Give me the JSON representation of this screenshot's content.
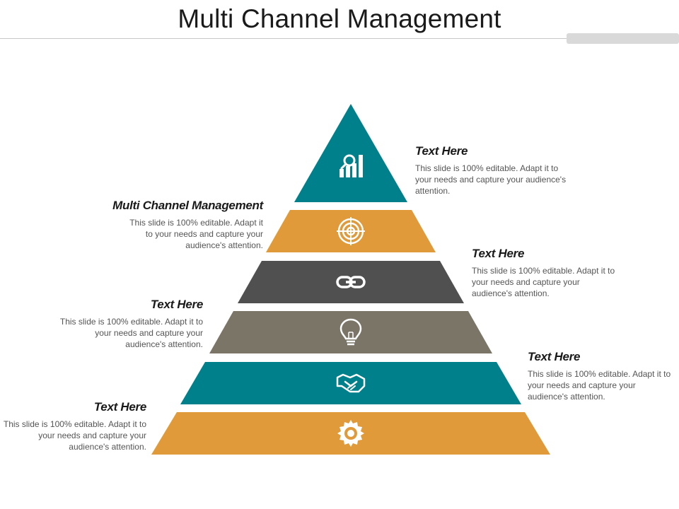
{
  "slide": {
    "title": "Multi Channel Management"
  },
  "colors": {
    "teal": "#00808a",
    "orange": "#e09a3a",
    "dark_gray": "#505050",
    "taupe": "#7b7568"
  },
  "tiers": [
    {
      "color": "#00808a",
      "icon": "chart-magnifier-icon"
    },
    {
      "color": "#e09a3a",
      "icon": "target-icon"
    },
    {
      "color": "#505050",
      "icon": "chain-link-icon"
    },
    {
      "color": "#7b7568",
      "icon": "lightbulb-icon"
    },
    {
      "color": "#00808a",
      "icon": "handshake-icon"
    },
    {
      "color": "#e09a3a",
      "icon": "gear-icon"
    }
  ],
  "callouts": [
    {
      "title": "Text Here",
      "body": "This slide is 100% editable. Adapt it to your needs and capture your audience's attention."
    },
    {
      "title": "Multi Channel Management",
      "body": "This slide is 100% editable. Adapt it to your needs and capture your audience's attention."
    },
    {
      "title": "Text Here",
      "body": "This slide is 100% editable. Adapt it to your needs and capture your audience's attention."
    },
    {
      "title": "Text Here",
      "body": "This slide is 100% editable. Adapt it to your needs and capture your audience's attention."
    },
    {
      "title": "Text Here",
      "body": "This slide is 100% editable. Adapt it to your needs and capture your audience's attention."
    },
    {
      "title": "Text Here",
      "body": "This slide is 100% editable. Adapt it to your needs and capture your audience's attention."
    }
  ]
}
